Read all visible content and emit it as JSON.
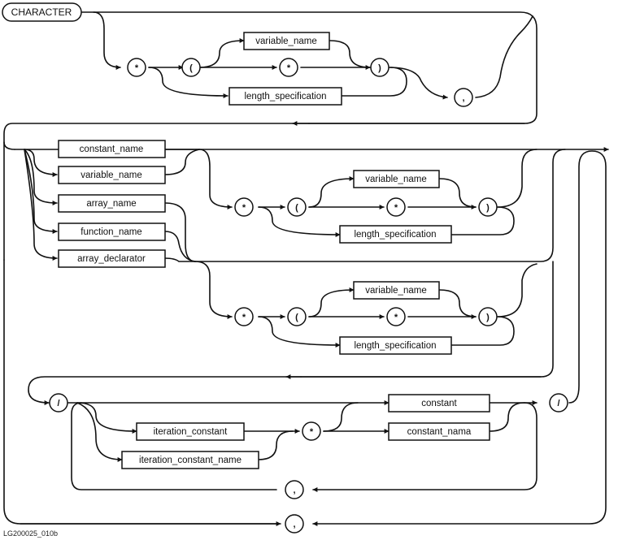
{
  "keyword": "CHARACTER",
  "symbols": {
    "star": "*",
    "lparen": "(",
    "rparen": ")",
    "comma": ",",
    "slash": "/"
  },
  "names": {
    "variable_name": "variable_name",
    "length_specification": "length_specification",
    "constant_name": "constant_name",
    "array_name": "array_name",
    "function_name": "function_name",
    "array_declarator": "array_declarator",
    "constant": "constant",
    "constant_nama": "constant_nama",
    "iteration_constant": "iteration_constant",
    "iteration_constant_name": "iteration_constant_name"
  },
  "figure_id": "LG200025_010b"
}
